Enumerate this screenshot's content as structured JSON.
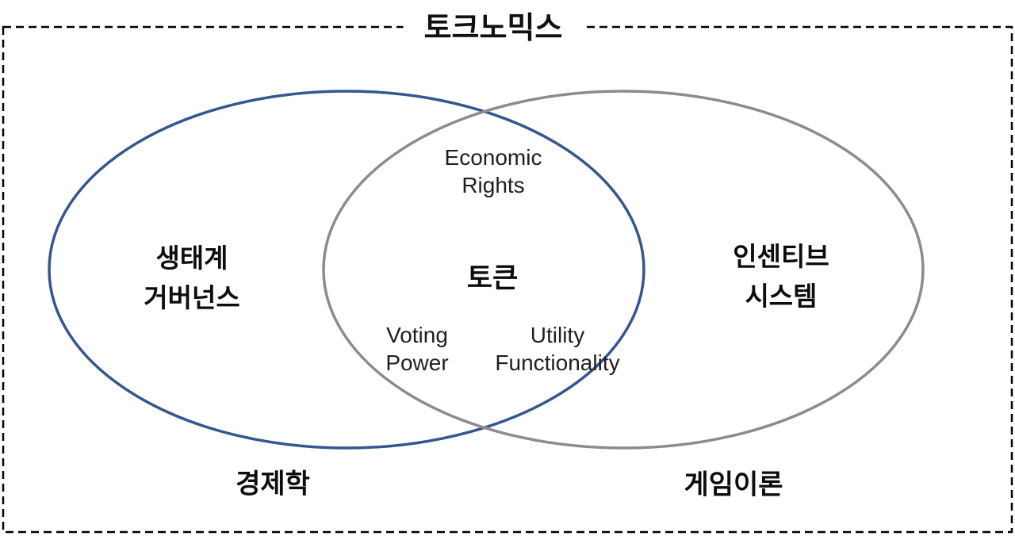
{
  "title": "토크노믹스",
  "colors": {
    "left_ellipse": "#35568F",
    "right_ellipse": "#8C8C8C",
    "border": "#000000"
  },
  "venn": {
    "left": {
      "name_lines": [
        "생태계",
        "거버넌스"
      ],
      "footer": "경제학"
    },
    "right": {
      "name_lines": [
        "인센티브",
        "시스템"
      ],
      "footer": "게임이론"
    },
    "intersection": {
      "center": "토큰",
      "top_lines": [
        "Economic",
        "Rights"
      ],
      "bottom_left_lines": [
        "Voting",
        "Power"
      ],
      "bottom_right_lines": [
        "Utility",
        "Functionality"
      ]
    }
  }
}
